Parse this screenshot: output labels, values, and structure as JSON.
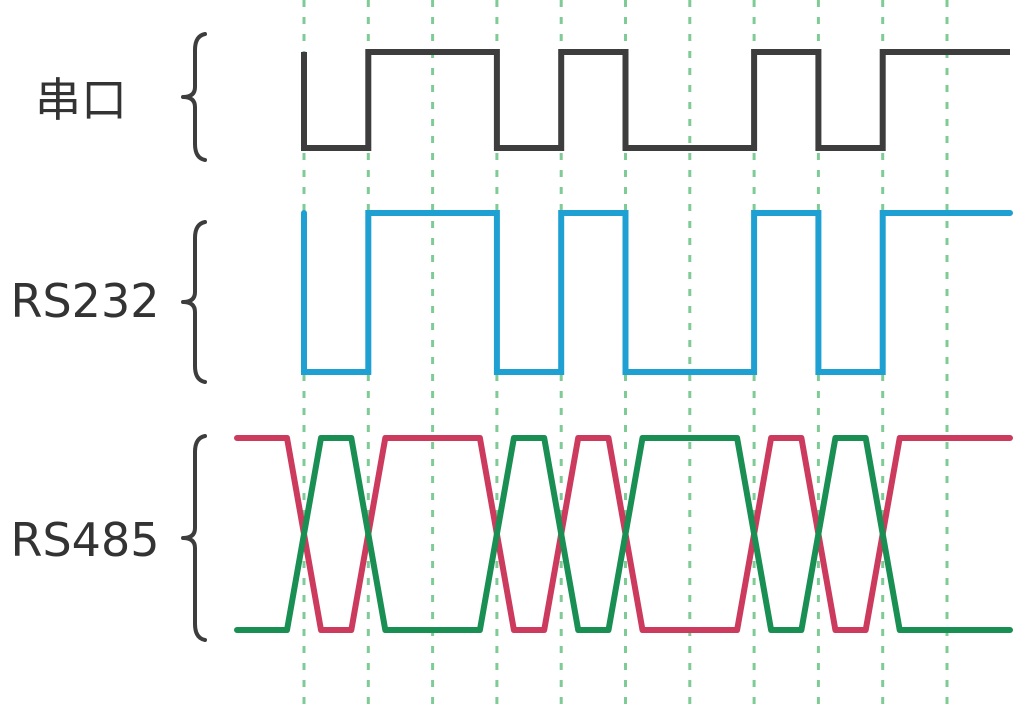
{
  "labels": {
    "serial": "串口",
    "rs232": "RS232",
    "rs485": "RS485"
  },
  "colors": {
    "serial": "#3d3d3d",
    "rs232": "#1ea0d2",
    "rs485_a": "#cc3b5e",
    "rs485_b": "#1a8f53",
    "grid": "#7fcb95",
    "brace": "#3d3d3d"
  },
  "bits": [
    0,
    1,
    1,
    0,
    1,
    0,
    0,
    1,
    0,
    1,
    1
  ]
}
